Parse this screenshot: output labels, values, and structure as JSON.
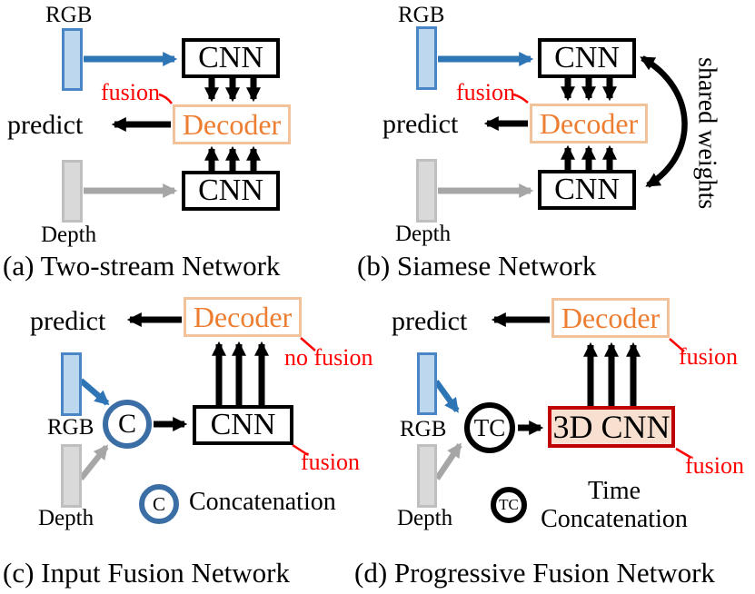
{
  "colors": {
    "rgb_fill": "#BDD7EE",
    "rgb_border": "#4A86C6",
    "blue_arrow": "#2E75B6",
    "depth_fill": "#D9D9D9",
    "depth_border": "#BFBFBF",
    "gray_arrow": "#A6A6A6",
    "decoder_border": "#F2C29B",
    "decoder_text": "#ED7D31",
    "fusion_red": "#FF0000",
    "cnn3d_border": "#C00000",
    "cnn3d_fill": "#F8E0D0",
    "concat_circle": "#3A6EA5"
  },
  "panel_a": {
    "caption": "(a) Two-stream Network",
    "rgb_label": "RGB",
    "depth_label": "Depth",
    "predict_label": "predict",
    "fusion_label": "fusion",
    "cnn_top": "CNN",
    "cnn_bottom": "CNN",
    "decoder": "Decoder"
  },
  "panel_b": {
    "caption": "(b) Siamese Network",
    "rgb_label": "RGB",
    "depth_label": "Depth",
    "predict_label": "predict",
    "fusion_label": "fusion",
    "cnn_top": "CNN",
    "cnn_bottom": "CNN",
    "decoder": "Decoder",
    "shared_weights": "shared weights"
  },
  "panel_c": {
    "caption": "(c) Input Fusion Network",
    "predict_label": "predict",
    "decoder": "Decoder",
    "no_fusion_label": "no fusion",
    "fusion_label": "fusion",
    "rgb_label": "RGB",
    "depth_label": "Depth",
    "concat_symbol": "C",
    "cnn": "CNN",
    "legend_symbol": "C",
    "legend_label": "Concatenation"
  },
  "panel_d": {
    "caption": "(d) Progressive Fusion Network",
    "predict_label": "predict",
    "decoder": "Decoder",
    "fusion_top_label": "fusion",
    "fusion_bottom_label": "fusion",
    "rgb_label": "RGB",
    "depth_label": "Depth",
    "tc_symbol": "TC",
    "cnn": "3D CNN",
    "legend_symbol": "TC",
    "legend_line1": "Time",
    "legend_line2": "Concatenation"
  }
}
